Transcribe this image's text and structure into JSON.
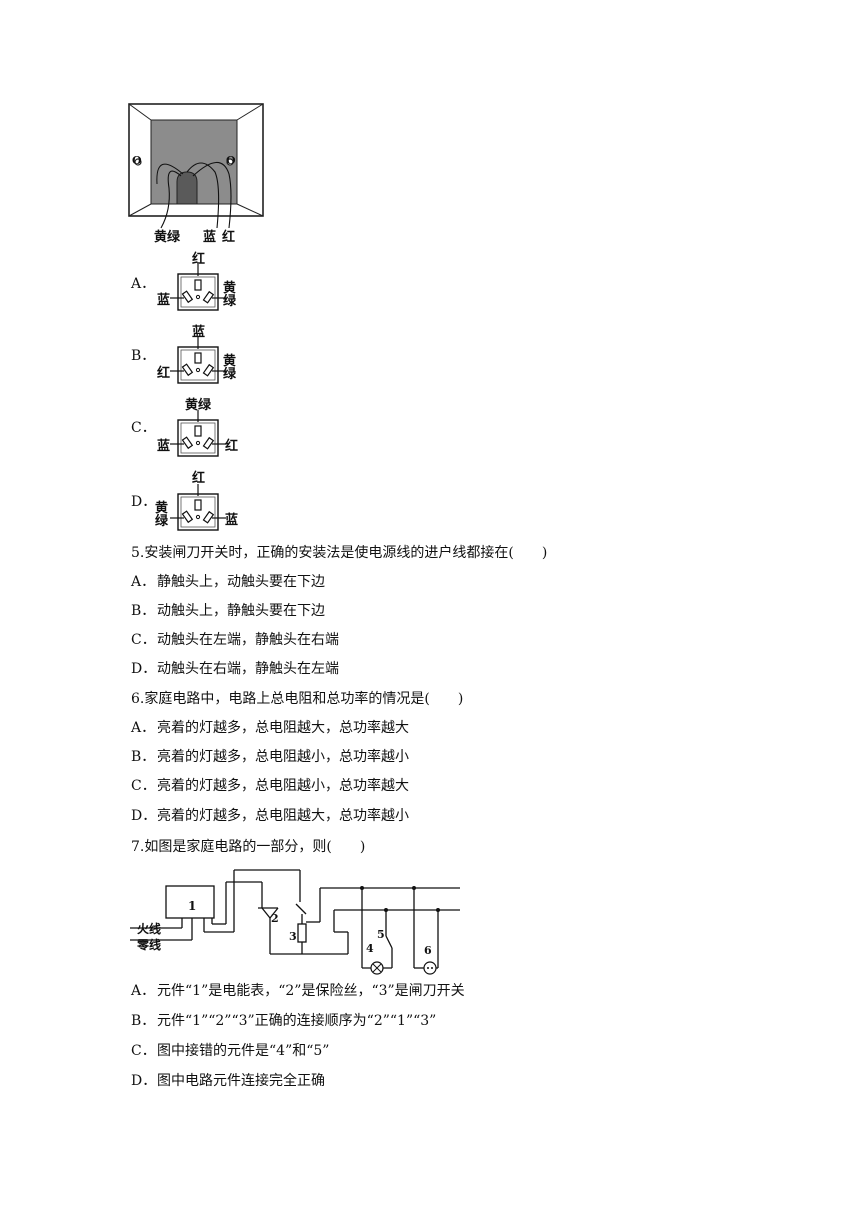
{
  "figure_top": {
    "labels": {
      "yellow_green": "黄绿",
      "blue": "蓝",
      "red": "红",
      "left_o": "O",
      "right_o": "O"
    }
  },
  "q4_options": [
    {
      "letter": "A．",
      "top": "红",
      "left": "蓝",
      "right": "黄绿"
    },
    {
      "letter": "B．",
      "top": "蓝",
      "left": "红",
      "right": "黄绿"
    },
    {
      "letter": "C．",
      "top": "黄绿",
      "left": "蓝",
      "right": "红"
    },
    {
      "letter": "D．",
      "top": "红",
      "left": "黄绿",
      "right": "蓝"
    }
  ],
  "q5": {
    "stem": "5.安装闸刀开关时，正确的安装法是使电源线的进户线都接在(　　)",
    "options": [
      {
        "letter": "A．",
        "text": "静触头上，动触头要在下边"
      },
      {
        "letter": "B．",
        "text": "动触头上，静触头要在下边"
      },
      {
        "letter": "C．",
        "text": "动触头在左端，静触头在右端"
      },
      {
        "letter": "D．",
        "text": "动触头在右端，静触头在左端"
      }
    ]
  },
  "q6": {
    "stem": "6.家庭电路中，电路上总电阻和总功率的情况是(　　)",
    "options": [
      {
        "letter": "A．",
        "text": "亮着的灯越多，总电阻越大，总功率越大"
      },
      {
        "letter": "B．",
        "text": "亮着的灯越多，总电阻越小，总功率越小"
      },
      {
        "letter": "C．",
        "text": "亮着的灯越多，总电阻越小，总功率越大"
      },
      {
        "letter": "D．",
        "text": "亮着的灯越多，总电阻越大，总功率越小"
      }
    ]
  },
  "q7": {
    "stem": "7.如图是家庭电路的一部分，则(　　)",
    "circuit": {
      "live": "火线",
      "neutral": "零线",
      "n1": "1",
      "n2": "2",
      "n3": "3",
      "n4": "4",
      "n5": "5",
      "n6": "6"
    },
    "options": [
      {
        "letter": "A．",
        "text": "元件“1”是电能表，“2”是保险丝，“3”是闸刀开关"
      },
      {
        "letter": "B．",
        "text": "元件“1”“2”“3”正确的连接顺序为“2”“1”“3”"
      },
      {
        "letter": "C．",
        "text": "图中接错的元件是“4”和“5”"
      },
      {
        "letter": "D．",
        "text": "图中电路元件连接完全正确"
      }
    ]
  }
}
